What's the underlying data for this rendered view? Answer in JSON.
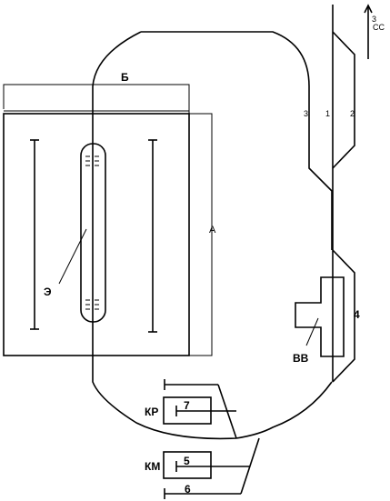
{
  "labels": {
    "b": "Б",
    "a": "А",
    "e": "Э",
    "vv": "ВВ",
    "kr": "КР",
    "km": "КМ",
    "n7": "7",
    "n5": "5",
    "n6": "6",
    "n4": "4",
    "track1": "1",
    "track2": "2",
    "track3": "3",
    "north_num": "3",
    "north_cc": "СС"
  }
}
